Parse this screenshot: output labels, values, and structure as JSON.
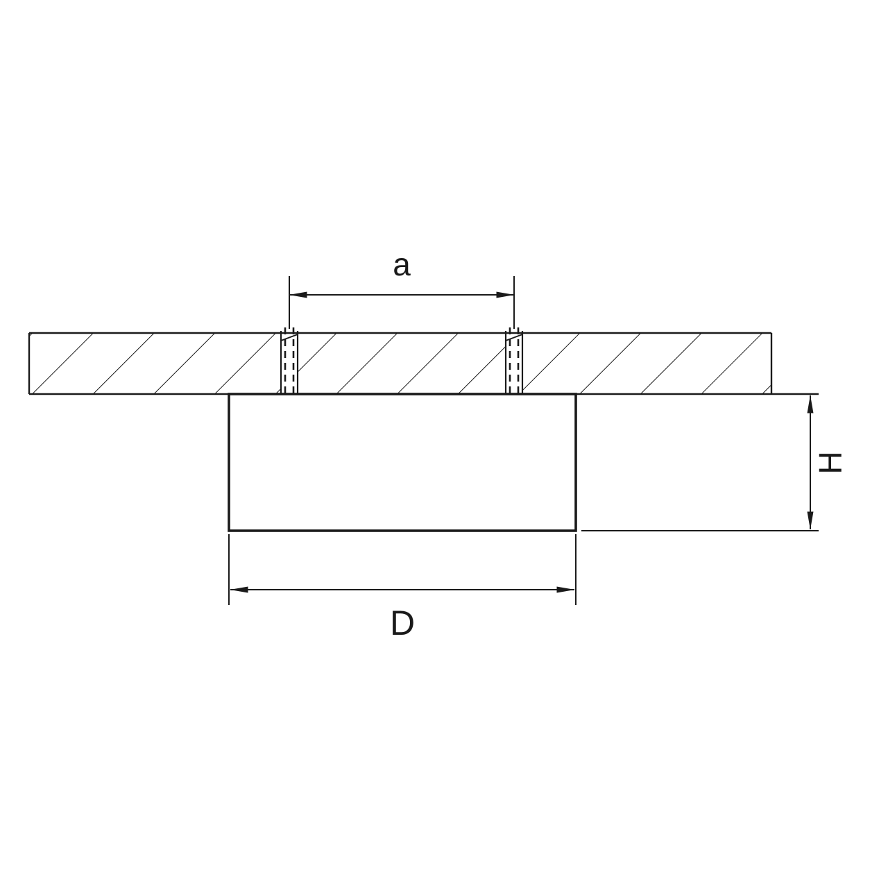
{
  "diagram": {
    "type": "technical-installation-drawing",
    "labels": {
      "cutout_width": "a",
      "fixture_height": "H",
      "fixture_diameter": "D"
    },
    "colors": {
      "line": "#1a1a1a",
      "background": "#ffffff"
    }
  }
}
